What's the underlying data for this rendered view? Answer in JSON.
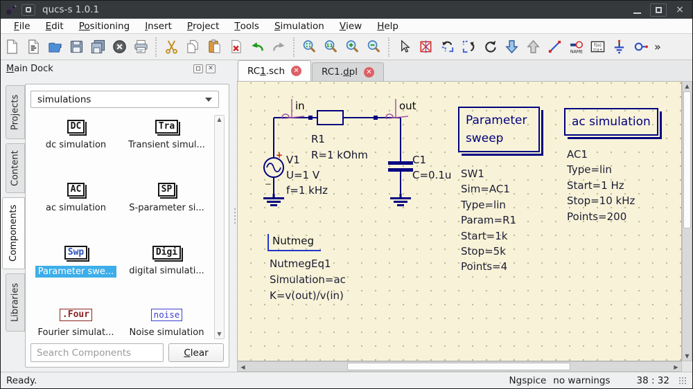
{
  "window": {
    "title": "qucs-s 1.0.1",
    "close_glyph": "×"
  },
  "menu": {
    "items": [
      {
        "u": "F",
        "rest": "ile"
      },
      {
        "u": "E",
        "rest": "dit"
      },
      {
        "u": "Po",
        "rest": "sitioning"
      },
      {
        "u": "I",
        "rest": "nsert"
      },
      {
        "u": "P",
        "rest": "roject"
      },
      {
        "u": "T",
        "rest": "ools"
      },
      {
        "u": "S",
        "rest": "imulation"
      },
      {
        "u": "V",
        "rest": "iew"
      },
      {
        "u": "H",
        "rest": "elp"
      }
    ]
  },
  "toolbar": {
    "overflow": "»",
    "icon_names": [
      "new-file",
      "new-text-file",
      "open-file",
      "save",
      "save-all",
      "close-document",
      "print",
      "cut",
      "copy",
      "paste",
      "delete",
      "undo",
      "redo",
      "zoom-fit",
      "zoom-1-1",
      "zoom-in",
      "zoom-out",
      "select",
      "delete-component",
      "mirror-y",
      "mirror-x",
      "rotate",
      "push-into",
      "pop-out",
      "insert-wire",
      "insert-label",
      "insert-equation",
      "insert-ground",
      "insert-port"
    ]
  },
  "dock": {
    "title": {
      "u": "M",
      "rest": "ain Dock"
    },
    "tabs": [
      "Projects",
      "Content",
      "Components",
      "Libraries"
    ],
    "combo_value": "simulations",
    "components": [
      {
        "icon": "DC",
        "label": "dc simulation"
      },
      {
        "icon": "Tra",
        "label": "Transient simul..."
      },
      {
        "icon": "AC",
        "label": "ac simulation"
      },
      {
        "icon": "SP",
        "label": "S-parameter si..."
      },
      {
        "icon": "Swp",
        "label": "Parameter swe..."
      },
      {
        "icon": "Digi",
        "label": "digital simulati..."
      },
      {
        "icon": ".Four",
        "label": "Fourier simulat..."
      },
      {
        "icon": "noise",
        "label": "Noise simulation"
      }
    ],
    "search_placeholder": "Search Components",
    "clear": {
      "u": "C",
      "rest": "lear"
    }
  },
  "workspace": {
    "tabs": [
      {
        "pre": "RC",
        "u": "1",
        "rest": ".sch"
      },
      {
        "pre": "RC1.",
        "u": "d",
        "rest": "pl"
      }
    ]
  },
  "schematic": {
    "node_in": "in",
    "node_out": "out",
    "polarity_plus": "+",
    "polarity_minus": "−",
    "v1": [
      "V1",
      "U=1 V",
      "f=1 kHz"
    ],
    "r1": [
      "R1",
      "R=1 kOhm"
    ],
    "c1": [
      "C1",
      "C=0.1u"
    ],
    "param_sweep": {
      "title": "Parameter sweep",
      "props": [
        "SW1",
        "Sim=AC1",
        "Type=lin",
        "Param=R1",
        "Start=1k",
        "Stop=5k",
        "Points=4"
      ]
    },
    "ac_sim": {
      "title": "ac simulation",
      "props": [
        "AC1",
        "Type=lin",
        "Start=1 Hz",
        "Stop=10 kHz",
        "Points=200"
      ]
    },
    "nutmeg": {
      "title": "Nutmeg",
      "props": [
        "NutmegEq1",
        "Simulation=ac",
        "K=v(out)/v(in)"
      ]
    }
  },
  "status": {
    "ready": "Ready.",
    "engine": "Ngspice",
    "warnings": "no warnings",
    "position": "38 : 32"
  }
}
